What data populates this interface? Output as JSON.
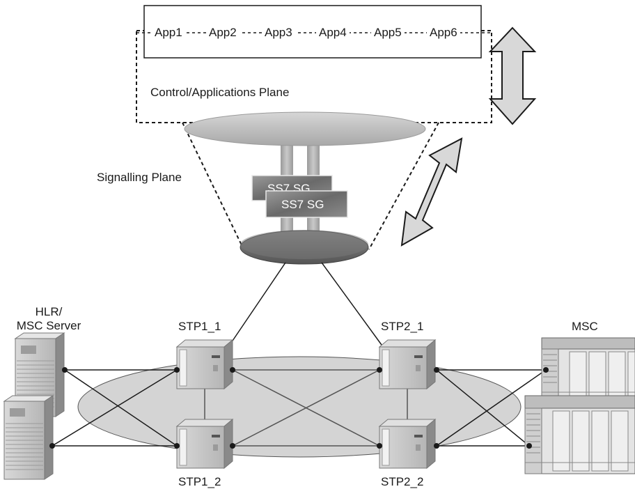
{
  "apps": [
    "App1",
    "App2",
    "App3",
    "App4",
    "App5",
    "App6"
  ],
  "planes": {
    "control": "Control/Applications Plane",
    "signalling": "Signalling Plane"
  },
  "gateways": [
    "SS7 SG",
    "SS7 SG"
  ],
  "nodes": {
    "hlr_line1": "HLR/",
    "hlr_line2": "MSC Server",
    "stp1_1": "STP1_1",
    "stp1_2": "STP1_2",
    "stp2_1": "STP2_1",
    "stp2_2": "STP2_2",
    "msc": "MSC"
  },
  "colors": {
    "line": "#1a1a1a",
    "top_disc": "#c2c2c2",
    "bottom_disc": "#6e6e6e",
    "network_ellipse": "#d4d4d4",
    "sg_box": "#7a7a7a",
    "arrow_fill": "#d8d8d8"
  }
}
